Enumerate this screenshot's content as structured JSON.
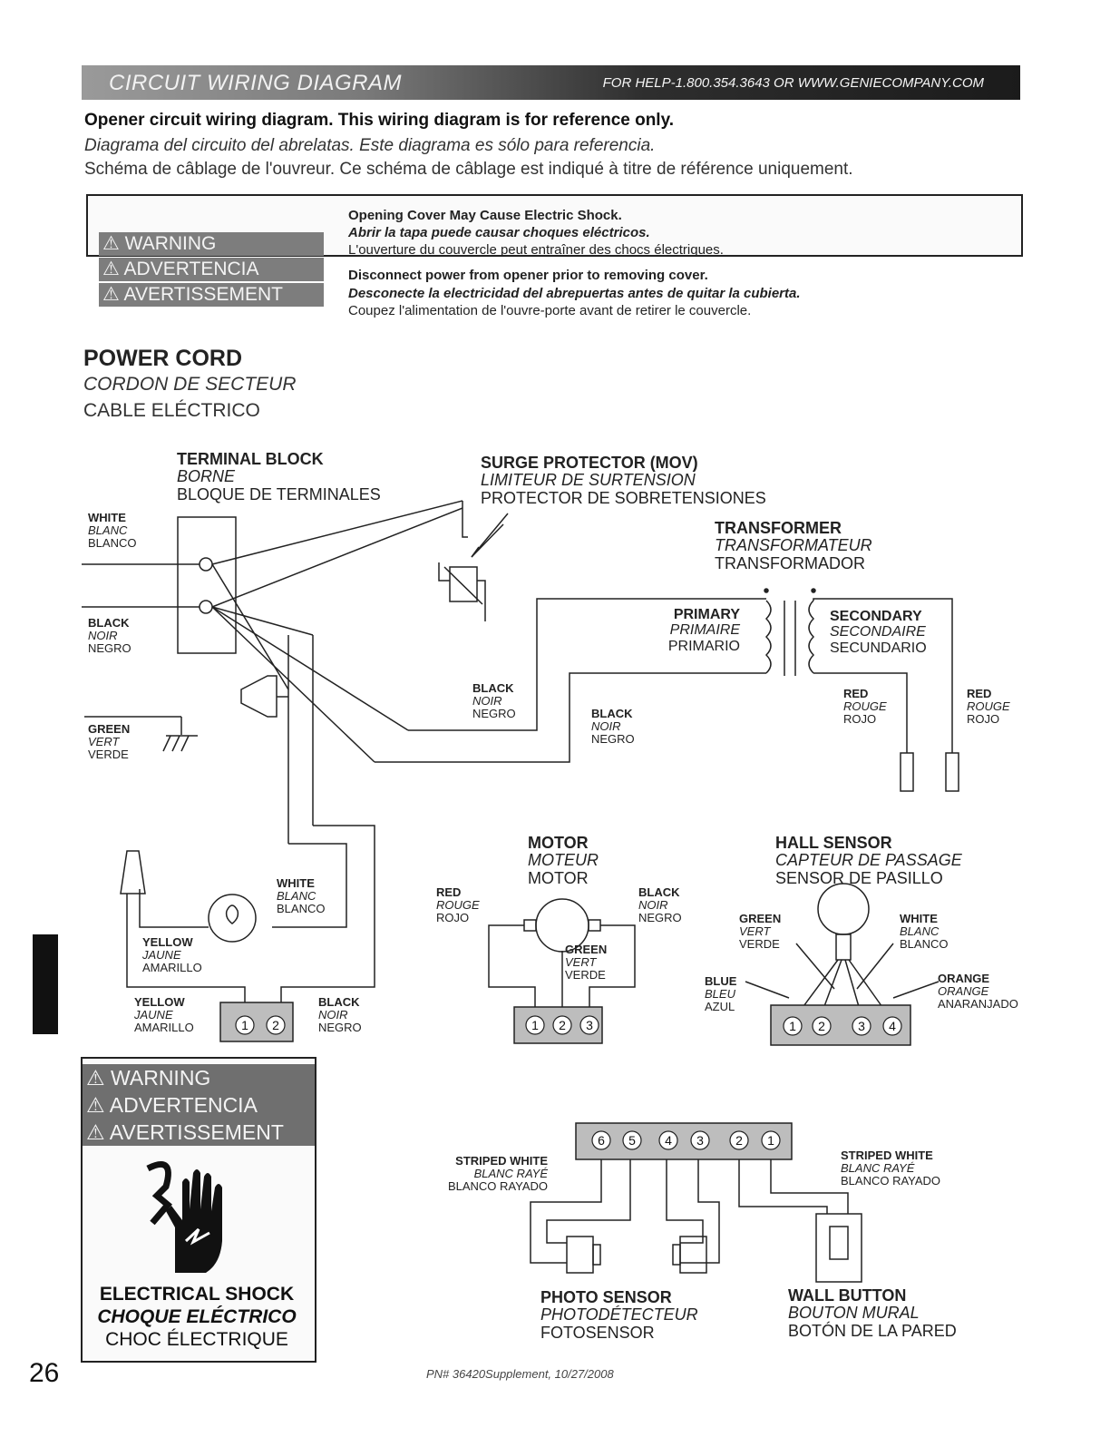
{
  "header": {
    "title": "CIRCUIT WIRING DIAGRAM",
    "help": "FOR HELP-1.800.354.3643 OR WWW.GENIECOMPANY.COM"
  },
  "intro": {
    "en": "Opener circuit wiring diagram. This wiring diagram is for reference only.",
    "es": "Diagrama del circuito del abrelatas. Este diagrama es sólo para referencia.",
    "fr": "Schéma de câblage de l'ouvreur. Ce schéma de câblage est indiqué à titre de référence uniquement."
  },
  "warning_box": {
    "labels": [
      "WARNING",
      "ADVERTENCIA",
      "AVERTISSEMENT"
    ],
    "line1_en": "Opening Cover May Cause Electric Shock.",
    "line1_es": "Abrir la tapa puede causar choques eléctricos.",
    "line1_fr": "L'ouverture  du couvercle peut entraîner des chocs électriques.",
    "line2_en": "Disconnect power from opener prior to removing cover.",
    "line2_es": "Desconecte la electricidad del abrepuertas antes de quitar la cubierta.",
    "line2_fr": "Coupez l'alimentation de l'ouvre-porte avant de retirer le couvercle."
  },
  "power_cord": {
    "title": "POWER CORD",
    "fr": "CORDON DE SECTEUR",
    "es": "CABLE ELÉCTRICO"
  },
  "labels": {
    "terminal_block": [
      "TERMINAL BLOCK",
      "BORNE",
      "BLOQUE DE TERMINALES"
    ],
    "surge": [
      "SURGE PROTECTOR (MOV)",
      "LIMITEUR DE SURTENSION",
      "PROTECTOR DE SOBRETENSIONES"
    ],
    "transformer": [
      "TRANSFORMER",
      "TRANSFORMATEUR",
      "TRANSFORMADOR"
    ],
    "primary": [
      "PRIMARY",
      "PRIMAIRE",
      "PRIMARIO"
    ],
    "secondary": [
      "SECONDARY",
      "SECONDAIRE",
      "SECUNDARIO"
    ],
    "white": [
      "WHITE",
      "BLANC",
      "BLANCO"
    ],
    "black": [
      "BLACK",
      "NOIR",
      "NEGRO"
    ],
    "green": [
      "GREEN",
      "VERT",
      "VERDE"
    ],
    "red": [
      "RED",
      "ROUGE",
      "ROJO"
    ],
    "yellow": [
      "YELLOW",
      "JAUNE",
      "AMARILLO"
    ],
    "blue": [
      "BLUE",
      "BLEU",
      "AZUL"
    ],
    "orange": [
      "ORANGE",
      "ORANGE",
      "ANARANJADO"
    ],
    "striped_white": [
      "STRIPED WHITE",
      "BLANC RAYÉ",
      "BLANCO RAYADO"
    ],
    "motor": [
      "MOTOR",
      "MOTEUR",
      "MOTOR"
    ],
    "hall": [
      "HALL SENSOR",
      "CAPTEUR DE PASSAGE",
      "SENSOR DE PASILLO"
    ],
    "photo": [
      "PHOTO SENSOR",
      "PHOTODÉTECTEUR",
      "FOTOSENSOR"
    ],
    "wall": [
      "WALL BUTTON",
      "BOUTON MURAL",
      "BOTÓN DE LA PARED"
    ]
  },
  "terminals": {
    "bottom_left": [
      "1",
      "2"
    ],
    "motor": [
      "1",
      "2",
      "3"
    ],
    "hall": [
      "1",
      "2",
      "3",
      "4"
    ],
    "bus": [
      "6",
      "5",
      "4",
      "3",
      "2",
      "1"
    ]
  },
  "shock_warning": {
    "labels": [
      "WARNING",
      "ADVERTENCIA",
      "AVERTISSEMENT"
    ],
    "en": "ELECTRICAL SHOCK",
    "es": "CHOQUE ELÉCTRICO",
    "fr": "CHOC ÉLECTRIQUE"
  },
  "footer": {
    "page": "26",
    "pn": "PN# 36420Supplement, 10/27/2008"
  }
}
